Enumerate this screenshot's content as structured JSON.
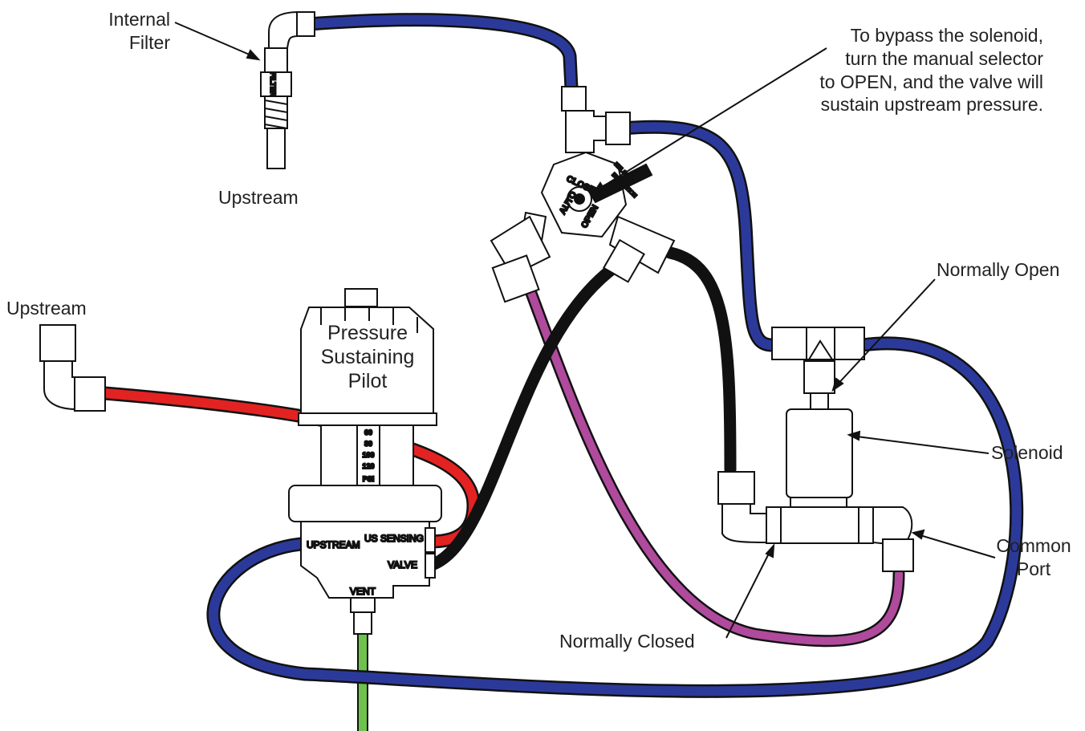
{
  "labels": {
    "internal_filter": [
      "Internal",
      "Filter"
    ],
    "upstream_top": "Upstream",
    "upstream_left": "Upstream",
    "bypass_note": [
      "To bypass the solenoid,",
      "turn the manual selector",
      "to OPEN, and the valve will",
      "sustain upstream pressure."
    ],
    "normally_open": "Normally Open",
    "solenoid": "Solenoid",
    "common_port": [
      "Common",
      "Port"
    ],
    "normally_closed": "Normally Closed",
    "pilot": [
      "Pressure",
      "Sustaining",
      "Pilot"
    ]
  },
  "pilot_ports": {
    "upstream": "UPSTREAM",
    "us_sensing": "US SENSING",
    "valve": "VALVE",
    "vent": "VENT"
  },
  "pilot_scale": [
    "60",
    "80",
    "100",
    "120",
    "PSI"
  ],
  "selector": {
    "positions": [
      "AUTO",
      "CLOSE",
      "OPEN"
    ],
    "brand": [
      "NELSON",
      "IRRIGATION"
    ]
  },
  "filter_text": "FILTER",
  "tube_colors": {
    "blue": "#2b3a9a",
    "red": "#e32222",
    "black": "#111111",
    "purple": "#b04a9c",
    "green": "#6cc24a"
  }
}
